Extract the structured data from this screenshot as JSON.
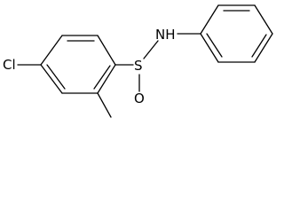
{
  "molecule": {
    "atoms": {
      "chlorine": "Cl",
      "sulfur": "S",
      "oxygen": "O",
      "amine": "NH"
    },
    "colors": {
      "bond": "#000000",
      "label": "#000000",
      "background": "#ffffff"
    }
  }
}
